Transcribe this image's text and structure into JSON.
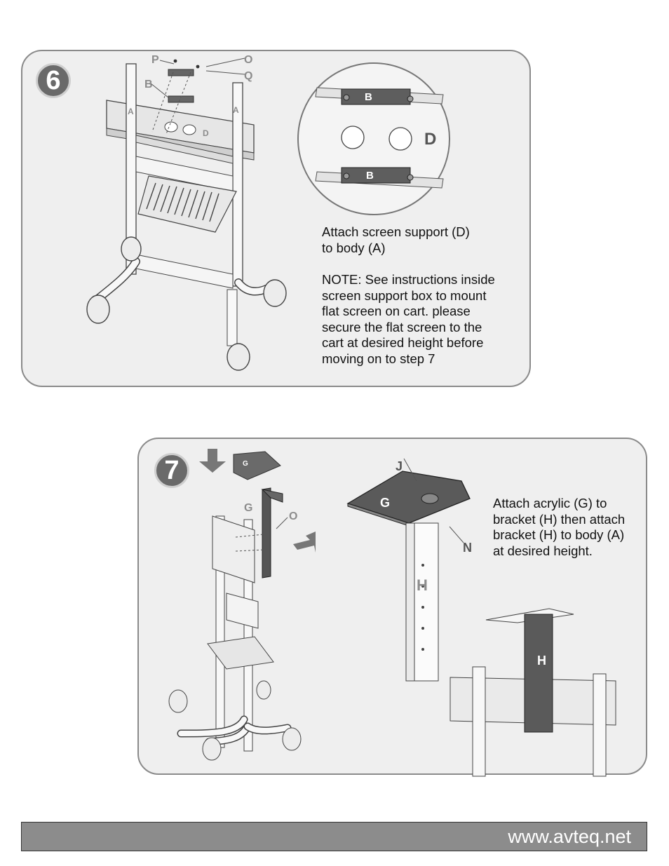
{
  "step6": {
    "number": "6",
    "instruction": "Attach screen support (D)\nto body (A)",
    "note": "NOTE: See instructions inside\nscreen support box to mount\nflat screen on cart. please\nsecure the flat screen to the\ncart at desired height before\nmoving on to step 7",
    "labels": {
      "p": "P",
      "o": "O",
      "q": "Q",
      "b": "B",
      "a": "A",
      "d": "D"
    }
  },
  "step7": {
    "number": "7",
    "instruction": "Attach acrylic (G) to\nbracket (H) then attach\nbracket (H) to body (A)\nat desired height.",
    "labels": {
      "g": "G",
      "o": "O",
      "j": "J",
      "n": "N",
      "h": "H"
    }
  },
  "footer": {
    "url": "www.avteq.net"
  },
  "colors": {
    "panel_bg": "#efefef",
    "panel_border": "#8a8a8a",
    "badge": "#6a6a6a",
    "footer_bg": "#8c8c8c",
    "bracket": "#555555"
  }
}
